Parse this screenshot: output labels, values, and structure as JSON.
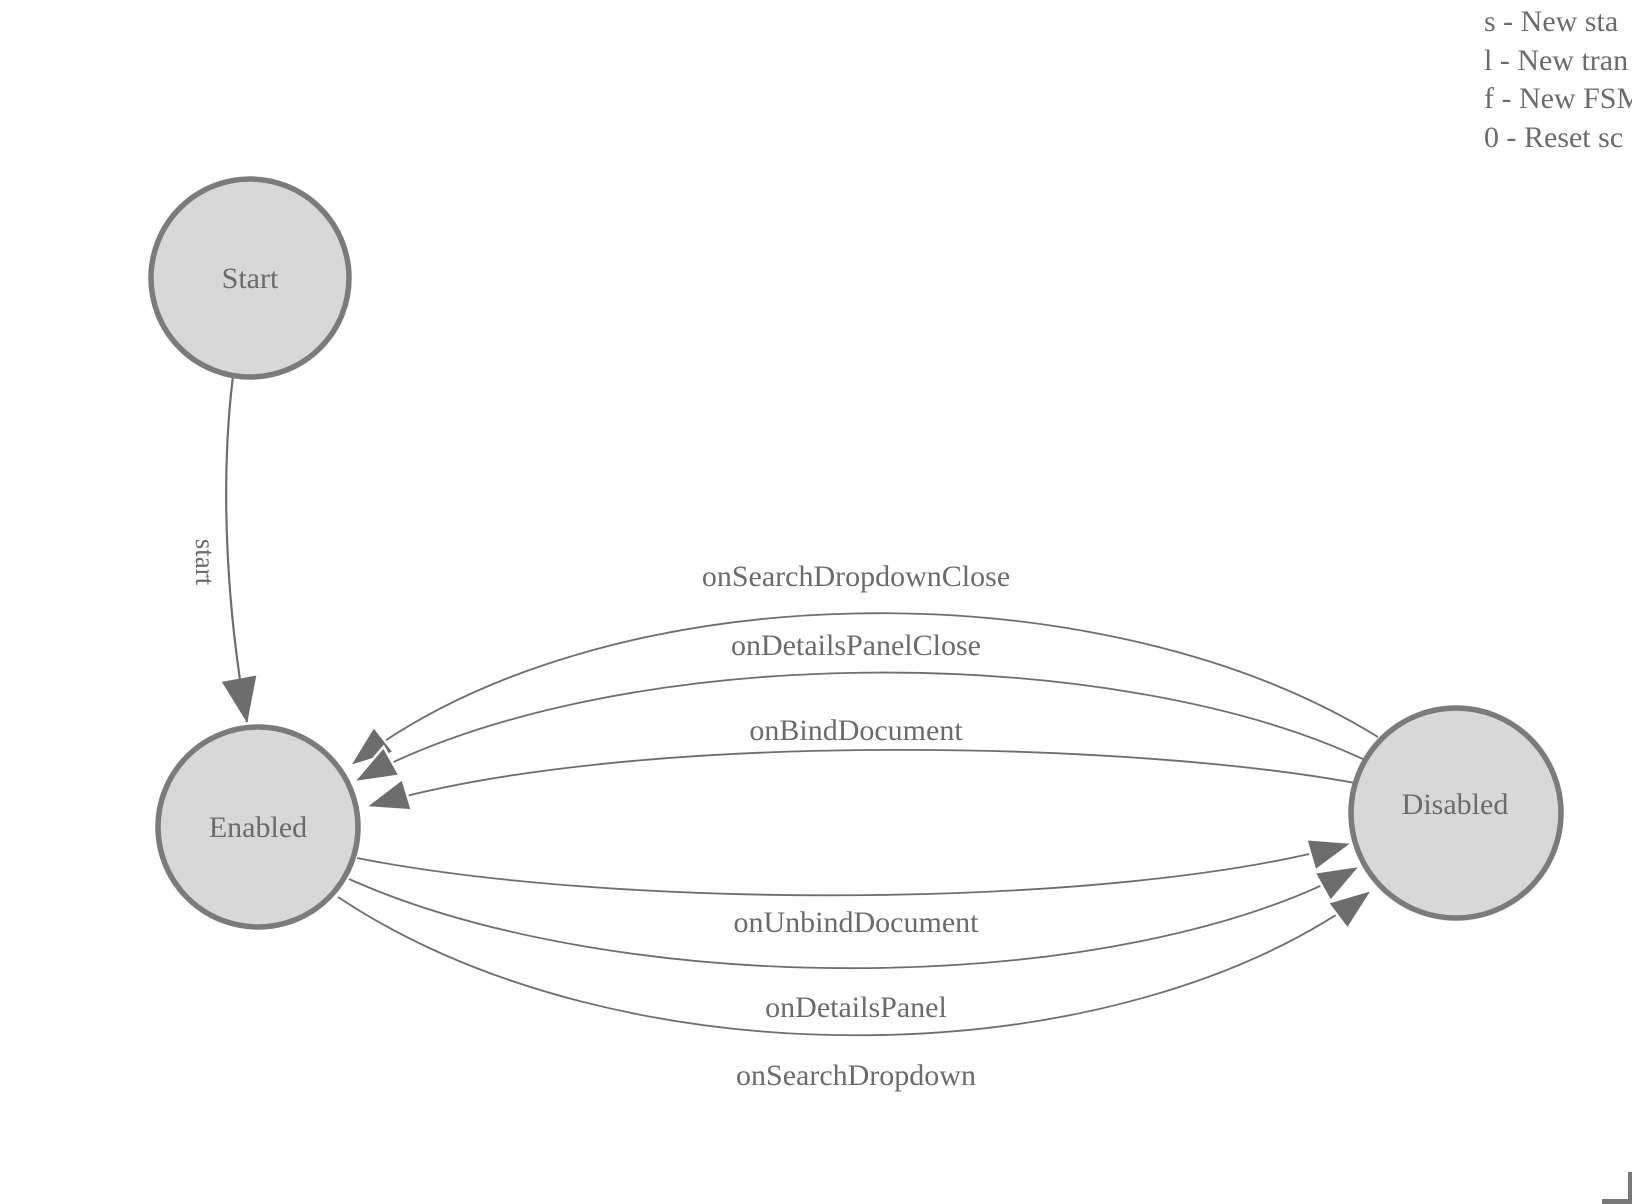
{
  "legend": {
    "lines": [
      "s - New sta",
      "l - New tran",
      "f - New FSM",
      "0 - Reset sc"
    ]
  },
  "states": {
    "start": {
      "label": "Start"
    },
    "enabled": {
      "label": "Enabled"
    },
    "disabled": {
      "label": "Disabled"
    }
  },
  "transitions": {
    "start": {
      "label": "start",
      "from": "Start",
      "to": "Enabled"
    },
    "onSearchDropdownClose": {
      "label": "onSearchDropdownClose",
      "from": "Disabled",
      "to": "Enabled"
    },
    "onDetailsPanelClose": {
      "label": "onDetailsPanelClose",
      "from": "Disabled",
      "to": "Enabled"
    },
    "onBindDocument": {
      "label": "onBindDocument",
      "from": "Disabled",
      "to": "Enabled"
    },
    "onUnbindDocument": {
      "label": "onUnbindDocument",
      "from": "Enabled",
      "to": "Disabled"
    },
    "onDetailsPanel": {
      "label": "onDetailsPanel",
      "from": "Enabled",
      "to": "Disabled"
    },
    "onSearchDropdown": {
      "label": "onSearchDropdown",
      "from": "Enabled",
      "to": "Disabled"
    }
  },
  "colors": {
    "background": "#ffffff",
    "state_fill": "#d8d8d8",
    "state_stroke": "#7b7b7b",
    "edge_stroke": "#6e6e6e",
    "arrowhead_fill": "#6d6d6d",
    "label_text": "#6b6b6b"
  }
}
